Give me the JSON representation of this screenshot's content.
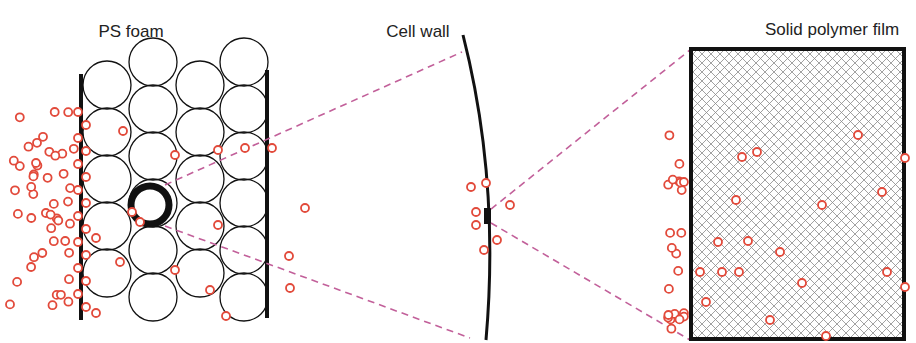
{
  "diagram": {
    "labels": [
      "PS foam",
      "Cell wall",
      "Solid polymer film"
    ]
  }
}
